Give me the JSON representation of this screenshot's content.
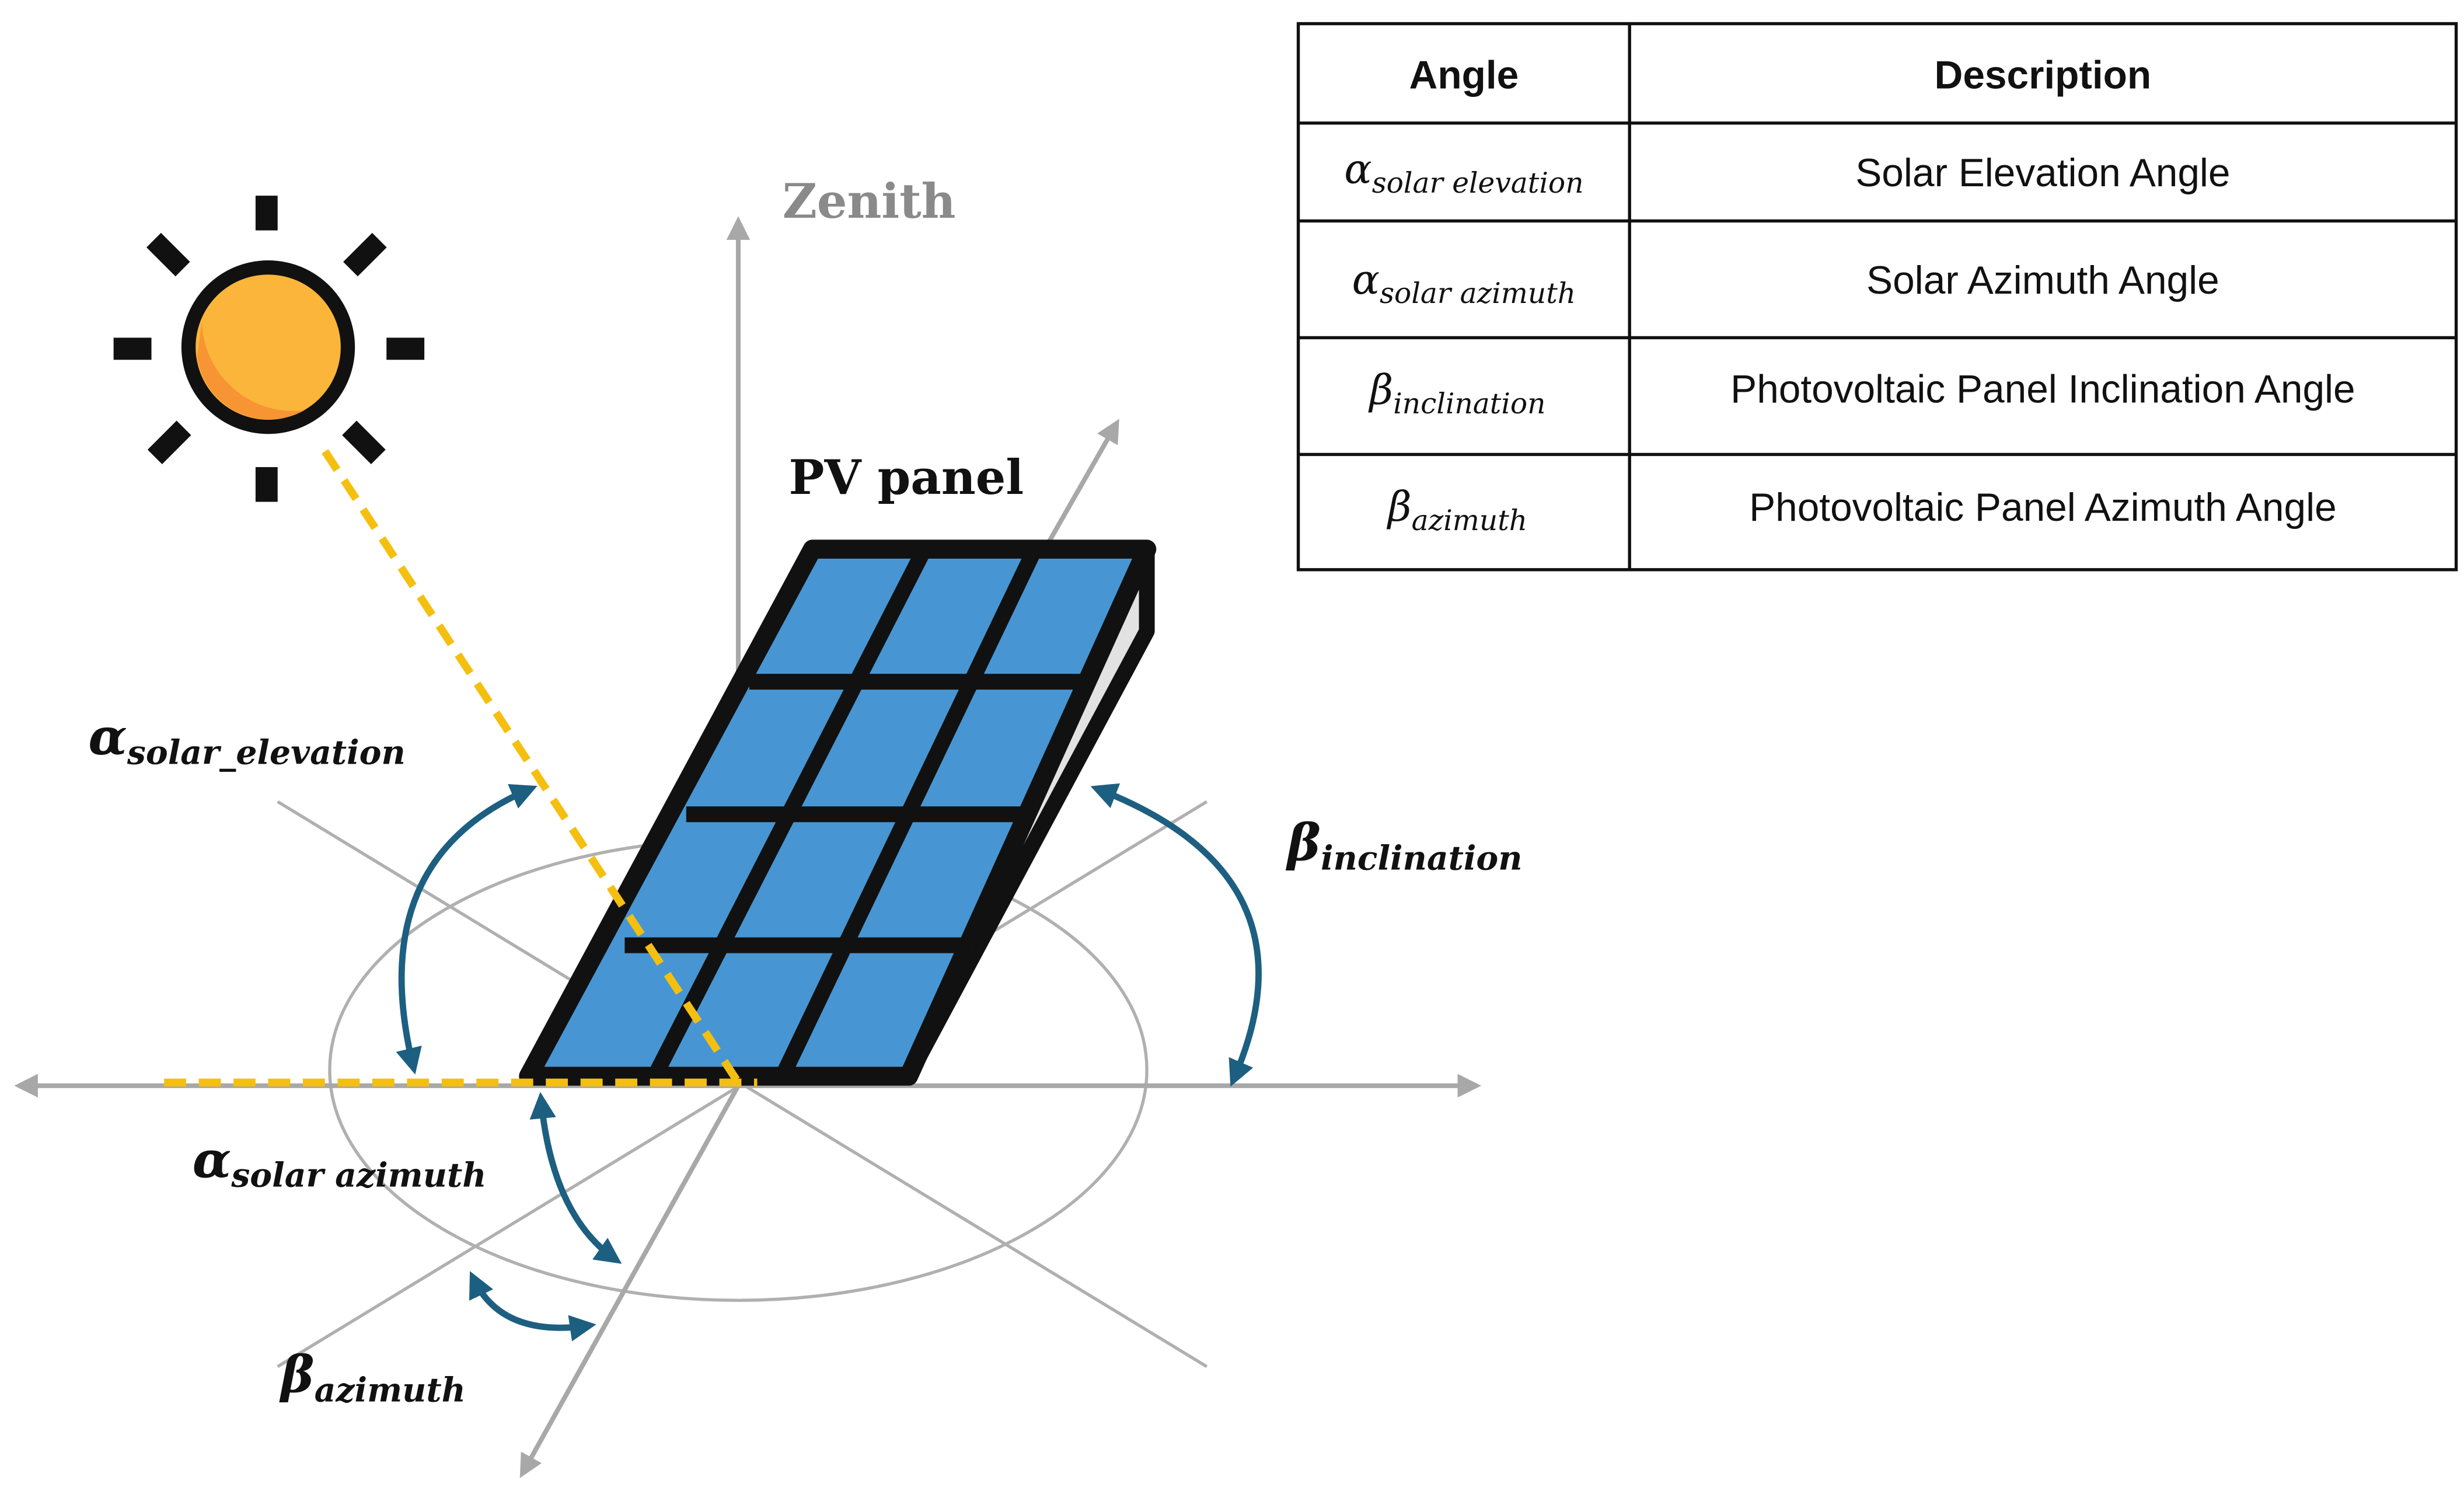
{
  "diagram": {
    "zenith_label": "Zenith",
    "panel_label": "PV panel",
    "labels": {
      "solar_elevation": {
        "symbol": "α",
        "subscript": "solar_elevation"
      },
      "solar_azimuth": {
        "symbol": "α",
        "subscript": "solar azimuth"
      },
      "inclination": {
        "symbol": "β",
        "subscript": "inclination"
      },
      "azimuth": {
        "symbol": "β",
        "subscript": "azimuth"
      }
    },
    "colors": {
      "axis": "#a8a8a8",
      "sun_ray": "#f5bf10",
      "arc_arrow": "#1d5f80",
      "sun_fill": "#fbb53a",
      "sun_shade": "#f79433",
      "panel_cell": "#4796d3",
      "outline": "#111111"
    }
  },
  "table": {
    "headers": [
      "Angle",
      "Description"
    ],
    "rows": [
      {
        "symbol": "α",
        "subscript": "solar elevation",
        "description": "Solar Elevation Angle"
      },
      {
        "symbol": "α",
        "subscript": "solar azimuth",
        "description": "Solar Azimuth Angle"
      },
      {
        "symbol": "β",
        "subscript": "inclination",
        "description": "Photovoltaic Panel Inclination Angle"
      },
      {
        "symbol": "β",
        "subscript": "azimuth",
        "description": "Photovoltaic Panel Azimuth Angle"
      }
    ]
  }
}
